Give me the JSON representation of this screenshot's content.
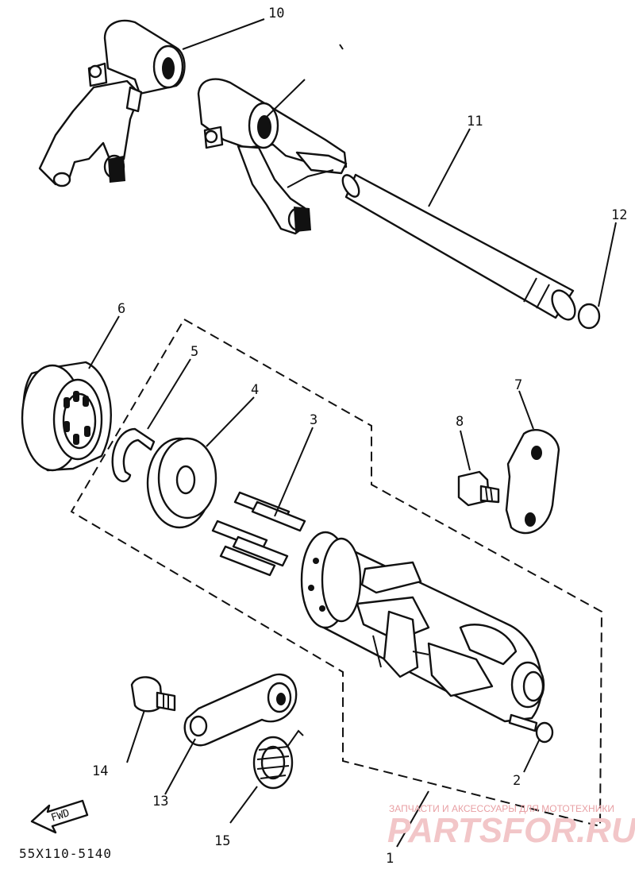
{
  "callouts": {
    "c1": "1",
    "c2": "2",
    "c3": "3",
    "c4": "4",
    "c5": "5",
    "c6": "6",
    "c7": "7",
    "c8": "8",
    "c10": "10",
    "c11": "11",
    "c12": "12",
    "c13": "13",
    "c14": "14",
    "c15": "15"
  },
  "fwd_label": "FWD",
  "diagram_code": "55X110-5140",
  "watermark": {
    "tagline": "ЗАПЧАСТИ И АКСЕССУАРЫ ДЛЯ МОТОТЕХНИКИ",
    "brand": "PARTSFOR.RU"
  }
}
